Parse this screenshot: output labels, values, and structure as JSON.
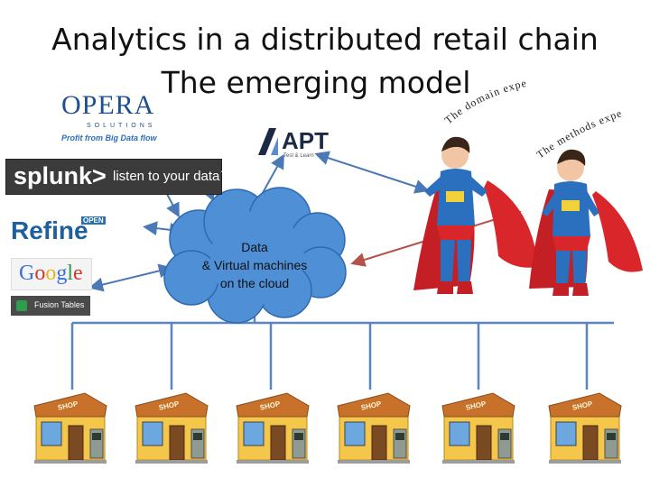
{
  "title_line1": "Analytics in a distributed retail chain",
  "title_line2": "The emerging model",
  "labels": {
    "domain_expert": "The domain expert",
    "methods_expert": "The methods expert"
  },
  "cloud": {
    "line1": "Data",
    "line2": "& Virtual machines",
    "line3": "on the cloud"
  },
  "logos": {
    "opera_name": "OPERA",
    "opera_solutions": "SOLUTIONS",
    "opera_tagline": "Profit from Big Data flow",
    "apt_name": "APT",
    "apt_sub": "Test & Learn",
    "splunk_name": "splunk>",
    "splunk_tagline": "listen to your data™",
    "refine_name": "Refine",
    "refine_open": "OPEN",
    "google_name": "Google",
    "fusion_name": "Fusion Tables"
  },
  "store_sign": "SHOP",
  "colors": {
    "arrow": "#4a79b5",
    "cloud_fill": "#4f8fd6",
    "network_line": "#5b84c4",
    "hero_suit": "#2b6fbf",
    "hero_cape": "#d8262b"
  },
  "store_count": 6
}
